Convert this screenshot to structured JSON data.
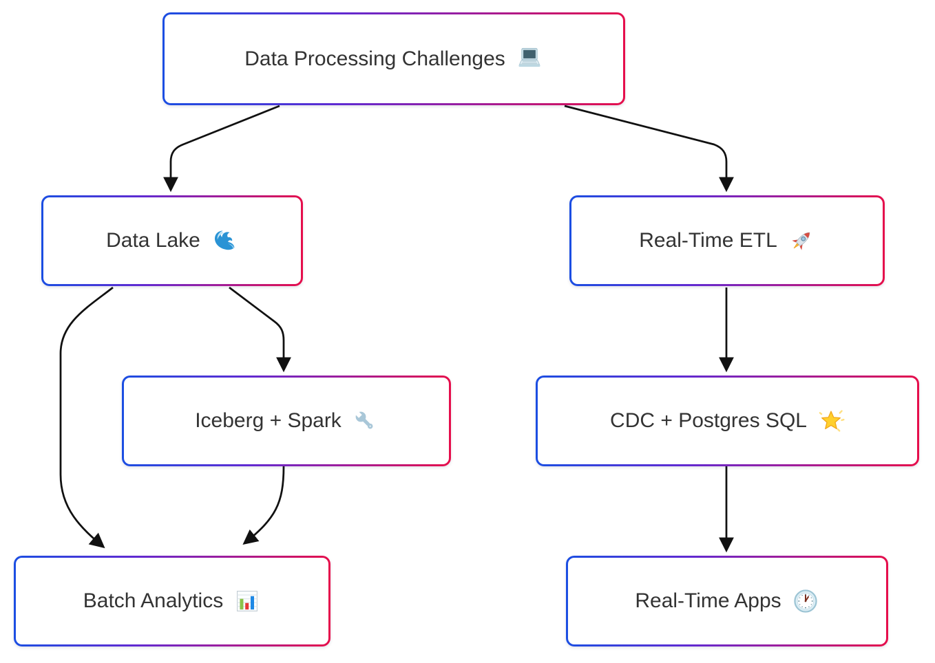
{
  "diagram": {
    "type": "flowchart",
    "colors": {
      "background": "#ffffff",
      "node_fill": "#ffffff",
      "node_text": "#333333",
      "border_gradient_start": "#1b4ee2",
      "border_gradient_mid": "#8a21b4",
      "border_gradient_end": "#e60e4b",
      "edge_stroke": "#111111"
    },
    "nodes": [
      {
        "id": "challenges",
        "label": "Data Processing Challenges",
        "icon": "laptop"
      },
      {
        "id": "data-lake",
        "label": "Data Lake",
        "icon": "water-wave"
      },
      {
        "id": "real-time-etl",
        "label": "Real-Time ETL",
        "icon": "rocket"
      },
      {
        "id": "iceberg-spark",
        "label": "Iceberg + Spark",
        "icon": "wrench"
      },
      {
        "id": "cdc-postgres",
        "label": "CDC + Postgres SQL",
        "icon": "glowing-star"
      },
      {
        "id": "batch-analytics",
        "label": "Batch Analytics",
        "icon": "bar-chart"
      },
      {
        "id": "real-time-apps",
        "label": "Real-Time Apps",
        "icon": "clock-one-oclock"
      }
    ],
    "edges": [
      {
        "from": "challenges",
        "to": "data-lake"
      },
      {
        "from": "challenges",
        "to": "real-time-etl"
      },
      {
        "from": "data-lake",
        "to": "iceberg-spark"
      },
      {
        "from": "data-lake",
        "to": "batch-analytics"
      },
      {
        "from": "iceberg-spark",
        "to": "batch-analytics"
      },
      {
        "from": "real-time-etl",
        "to": "cdc-postgres"
      },
      {
        "from": "cdc-postgres",
        "to": "real-time-apps"
      }
    ]
  }
}
